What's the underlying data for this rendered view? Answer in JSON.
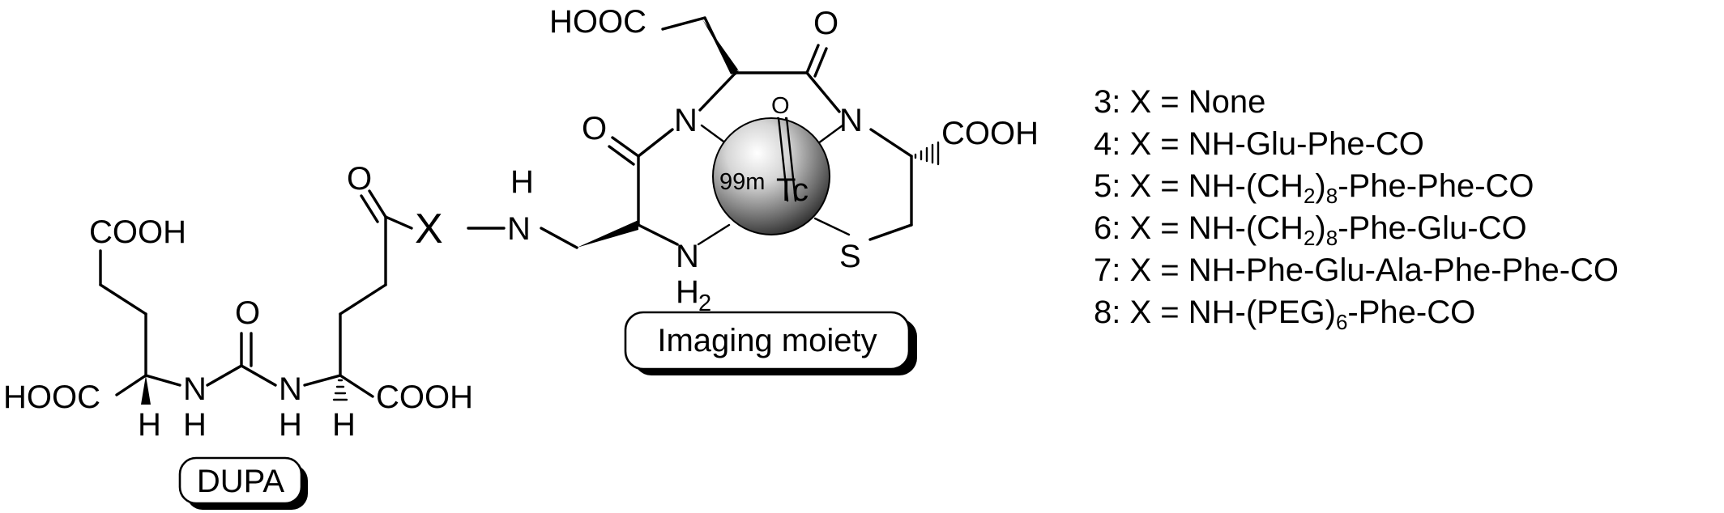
{
  "structure": {
    "atoms": {
      "hooc_top": "HOOC",
      "o_top_right": "O",
      "o_tc": "O",
      "n_ring_left": "N",
      "n_ring_right": "N",
      "o_ring_carbonyl": "O",
      "tc_label": "Tc",
      "tc_isotope": "99m",
      "cooh_ring": "COOH",
      "nh_linker_h": "H",
      "nh_linker_n": "N",
      "x_linker": "X",
      "o_glu_carbonyl": "O",
      "nh2_n": "N",
      "nh2_h": "H",
      "nh2_sub": "2",
      "s_ring": "S",
      "cooh_glu_left": "COOH",
      "o_urea": "O",
      "hooc_left": "HOOC",
      "nh_left_n": "N",
      "nh_left_h": "H",
      "nh_right_n": "N",
      "nh_right_h": "H",
      "h_stereo_left": "H",
      "h_stereo_right": "H",
      "cooh_right": "COOH"
    },
    "labels": {
      "imaging": "Imaging moiety",
      "dupa": "DUPA"
    },
    "colors": {
      "ink": "#000000",
      "background": "#ffffff",
      "sphere_highlight": "#ffffff",
      "sphere_shadow": "#2a2a2a"
    }
  },
  "legend": {
    "rows": [
      {
        "id": "3",
        "parts": [
          "3: X = None"
        ]
      },
      {
        "id": "4",
        "parts": [
          "4: X = NH-Glu-Phe-CO"
        ]
      },
      {
        "id": "5",
        "parts": [
          "5: X = NH-(CH",
          "2",
          ")",
          "8",
          "-Phe-Phe-CO"
        ]
      },
      {
        "id": "6",
        "parts": [
          "6: X = NH-(CH",
          "2",
          ")",
          "8",
          "-Phe-Glu-CO"
        ]
      },
      {
        "id": "7",
        "parts": [
          "7: X = NH-Phe-Glu-Ala-Phe-Phe-CO"
        ]
      },
      {
        "id": "8",
        "parts": [
          "8: X = NH-(PEG)",
          "6",
          "-Phe-CO"
        ]
      }
    ]
  }
}
